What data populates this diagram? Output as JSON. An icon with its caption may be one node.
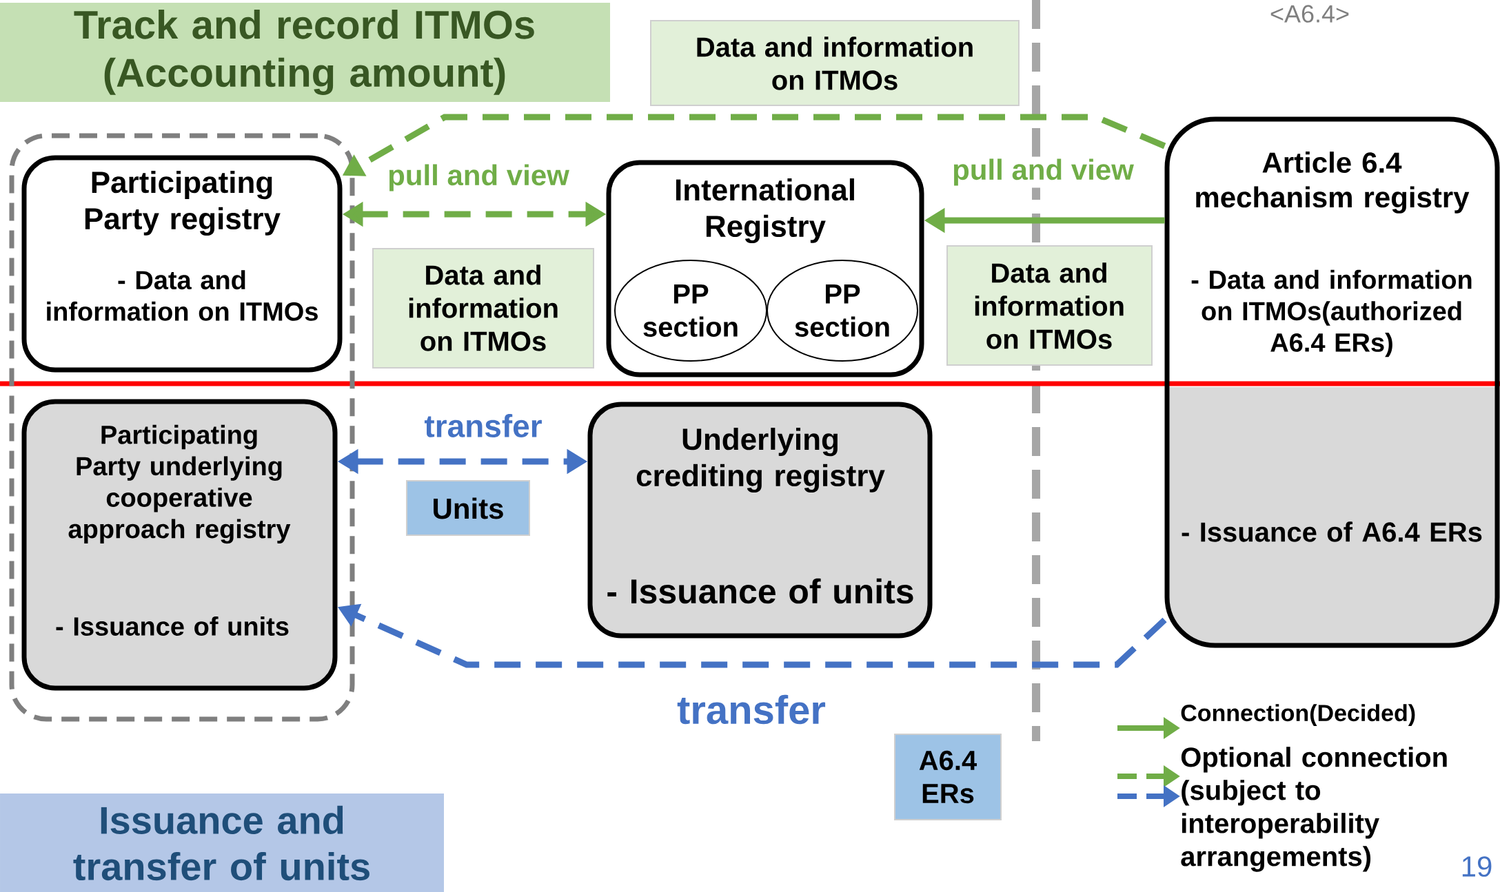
{
  "diagram": {
    "nodes": [
      {
        "text": [
          "Track and record ITMOs (Accounting amount)"
        ]
      },
      {
        "text": [
          "Data and information on ITMOs"
        ]
      },
      {
        "text": [],
        "shape": "box"
      },
      {
        "text": [
          "Participating Party registry",
          "- Data and information on ITMOs"
        ],
        "in": 2
      },
      {
        "text": [
          "Data and information on ITMOs"
        ]
      },
      {
        "text": [
          "International Registry"
        ]
      },
      {
        "text": [
          "PP section"
        ],
        "in": 5
      },
      {
        "text": [
          "PP section"
        ],
        "in": 5
      },
      {
        "text": [
          "Data and information on ITMOs"
        ]
      },
      {
        "text": [
          "Article 6.4 mechanism registry",
          "- Data and information on ITMOs(authorized A6.4 ERs)",
          "- Issuance of A6.4 ERs"
        ]
      },
      {
        "text": [
          "Participating Party underlying cooperative approach registry",
          "- Issuance of units"
        ],
        "in": 2
      },
      {
        "text": [
          "Underlying crediting registry",
          "- Issuance of units"
        ]
      },
      {
        "text": [
          "Units"
        ]
      },
      {
        "text": [
          "A6.4 ERs"
        ]
      },
      {
        "text": [
          "Issuance and transfer of units"
        ]
      }
    ],
    "edges": [
      {
        "from": 9,
        "to": 3,
        "arrow": "to",
        "style": "dashed"
      },
      {
        "from": 3,
        "to": 5,
        "arrow": "both",
        "style": "dashed",
        "label": "pull and view"
      },
      {
        "from": 9,
        "to": 5,
        "arrow": "to",
        "label": "pull and view"
      },
      {
        "from": 10,
        "to": 11,
        "arrow": "both",
        "style": "dashed",
        "color": "#4472c4",
        "label": "transfer"
      },
      {
        "from": 9,
        "to": 10,
        "arrow": "to",
        "style": "dashed",
        "color": "#4472c4",
        "label": "transfer"
      }
    ],
    "labels": [
      "<A6.4>",
      "19"
    ],
    "legend": [
      {
        "text": "Connection(Decided)"
      },
      {
        "text": "Optional connection (subject to interoperability arrangements)"
      }
    ]
  }
}
